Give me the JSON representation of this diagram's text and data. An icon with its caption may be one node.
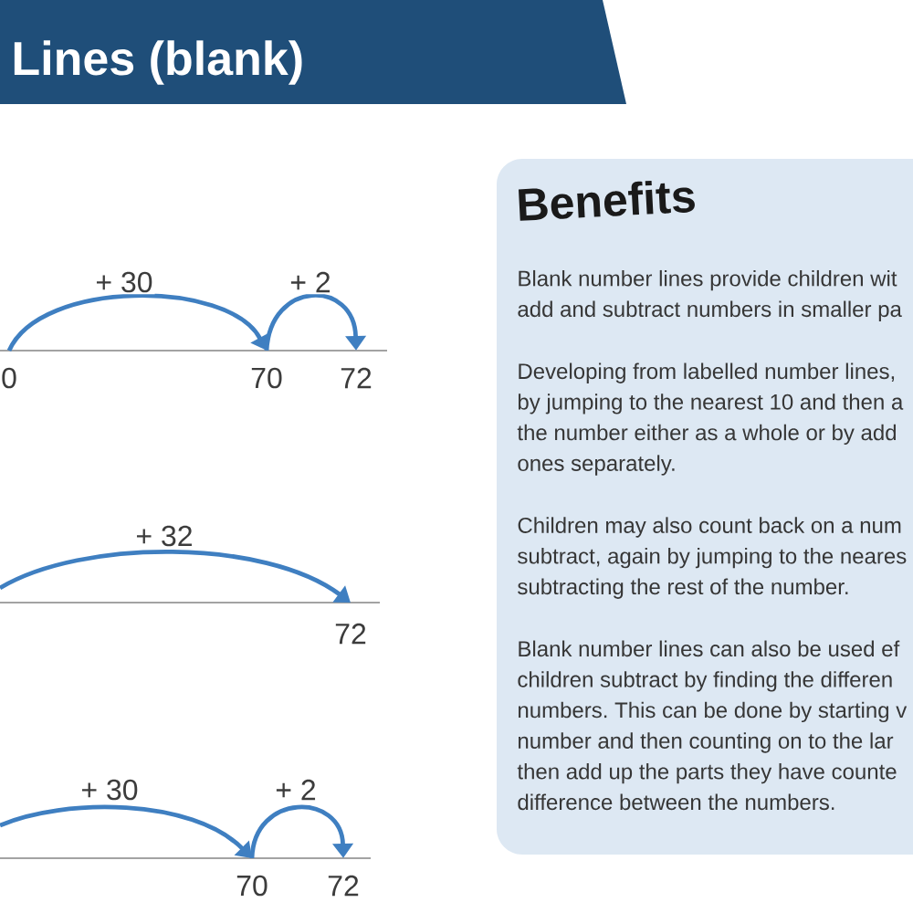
{
  "diagram": {
    "title": "Lines (blank)",
    "nodes": [
      {
        "text": [
          "0"
        ]
      },
      {
        "text": [
          "70"
        ]
      },
      {
        "text": [
          "72"
        ]
      },
      {
        "text": [
          "72"
        ]
      },
      {
        "text": [
          "70"
        ]
      },
      {
        "text": [
          "72"
        ]
      },
      {
        "text": [
          "Benefits",
          "Blank number lines provide children wit add and subtract numbers in smaller pa",
          "Developing from labelled number lines, by jumping to the nearest 10 and then a the number either as a whole or by add ones separately.",
          "Children may also count back on a num subtract, again by jumping to the neares subtracting the rest of the number.",
          "Blank number lines can also be used ef children subtract by finding the differen numbers. This can be done by starting v number and then counting on to the lar then add up the parts they have counte difference between the numbers."
        ]
      }
    ],
    "edges": [
      {
        "from": 0,
        "to": 1,
        "arrow": "to",
        "label": "+ 30"
      },
      {
        "from": 1,
        "to": 2,
        "arrow": "to",
        "label": "+ 2"
      },
      {
        "from": null,
        "to": 3,
        "arrow": "to",
        "label": "+ 32"
      },
      {
        "from": null,
        "to": 4,
        "arrow": "to",
        "label": "+ 30"
      },
      {
        "from": 4,
        "to": 5,
        "arrow": "to",
        "label": "+ 2"
      }
    ]
  }
}
